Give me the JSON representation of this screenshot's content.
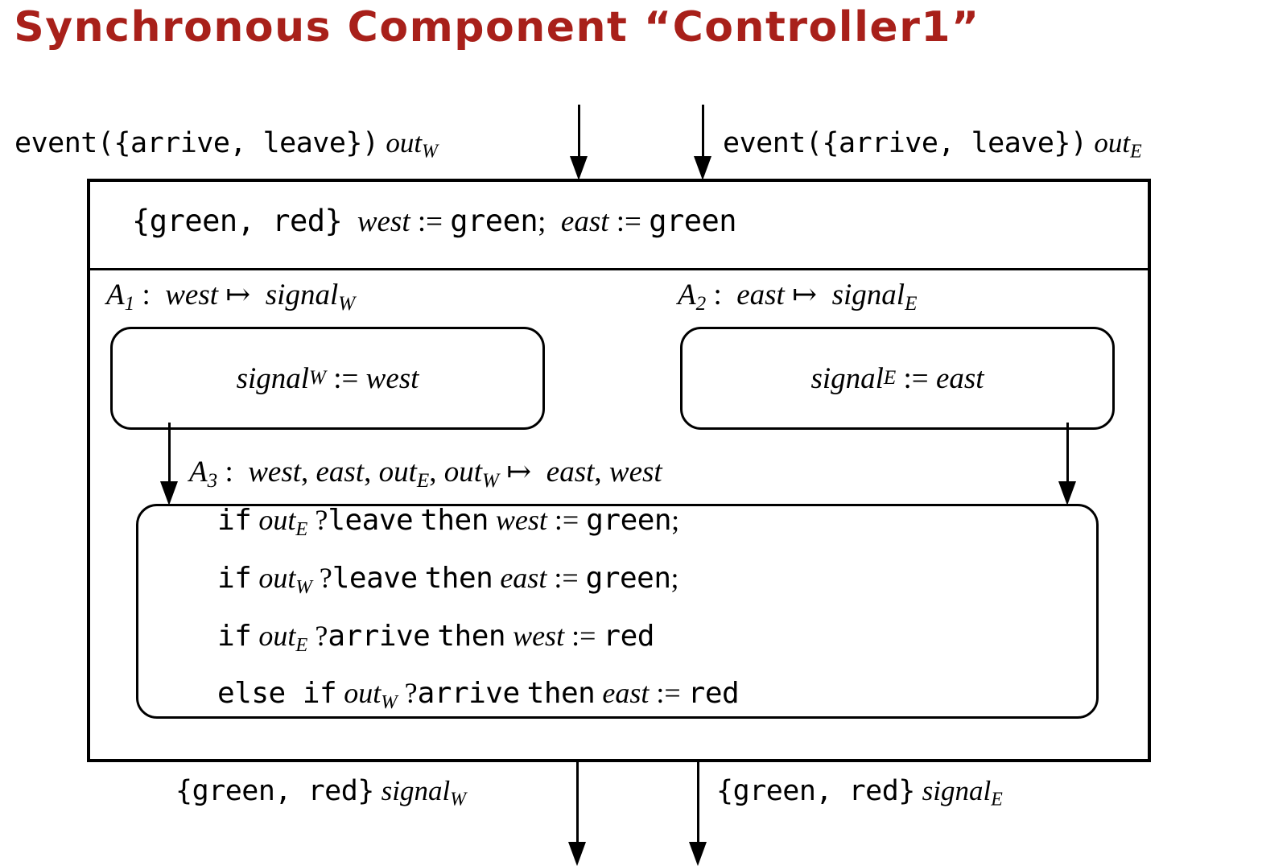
{
  "title": "Synchronous Component “Controller1”",
  "colors": {
    "title": "#a8201a",
    "stroke": "#000000",
    "background": "#ffffff"
  },
  "ports": {
    "inputs": [
      {
        "name": "out_W",
        "type": "event({arrive, leave})",
        "label": "event({arrive, leave}) out",
        "subscript": "W",
        "side": "west"
      },
      {
        "name": "out_E",
        "type": "event({arrive, leave})",
        "label": "event({arrive, leave}) out",
        "subscript": "E",
        "side": "east"
      }
    ],
    "outputs": [
      {
        "name": "signal_W",
        "type": "{green, red}",
        "label": "{green, red} signal",
        "subscript": "W",
        "side": "west"
      },
      {
        "name": "signal_E",
        "type": "{green, red}",
        "label": "{green, red} signal",
        "subscript": "E",
        "side": "east"
      }
    ]
  },
  "declaration": {
    "set_literal": "{green, red}",
    "var_west": "west",
    "assign_op": ":=",
    "value_west": "green",
    "separator": ";",
    "var_east": "east",
    "value_east": "green",
    "full_text": "{green, red} west := green;  east := green"
  },
  "atoms": [
    {
      "id": "A1",
      "name": "A",
      "index": "1",
      "reads": "west",
      "mapsto": "↦",
      "writes": "signal",
      "writes_subscript": "W",
      "label_text": "A₁ :  west ↦  signal_W",
      "body": {
        "lhs": "signal",
        "lhs_subscript": "W",
        "op": ":=",
        "rhs": "west",
        "text": "signal_W := west"
      }
    },
    {
      "id": "A2",
      "name": "A",
      "index": "2",
      "reads": "east",
      "mapsto": "↦",
      "writes": "signal",
      "writes_subscript": "E",
      "label_text": "A₂ :  east ↦  signal_E",
      "body": {
        "lhs": "signal",
        "lhs_subscript": "E",
        "op": ":=",
        "rhs": "east",
        "text": "signal_E := east"
      }
    },
    {
      "id": "A3",
      "name": "A",
      "index": "3",
      "reads": "west, east, out_E, out_W",
      "mapsto": "↦",
      "writes": "east, west",
      "label_text": "A₃ :  west, east, out_E, out_W ↦  east, west",
      "body": {
        "lines": [
          {
            "kw1": "if",
            "guard_var": "out",
            "guard_sub": "E",
            "query": "?",
            "event": "leave",
            "kw2": "then",
            "target": "west",
            "op": ":=",
            "value": "green",
            "terminator": ";",
            "text": "if out_E ? leave then west := green;"
          },
          {
            "kw1": "if",
            "guard_var": "out",
            "guard_sub": "W",
            "query": "?",
            "event": "leave",
            "kw2": "then",
            "target": "east",
            "op": ":=",
            "value": "green",
            "terminator": ";",
            "text": "if out_W ? leave then east := green;"
          },
          {
            "kw1": "if",
            "guard_var": "out",
            "guard_sub": "E",
            "query": "?",
            "event": "arrive",
            "kw2": "then",
            "target": "west",
            "op": ":=",
            "value": "red",
            "terminator": "",
            "text": "if out_E ? arrive then west := red"
          },
          {
            "kw1": "else if",
            "guard_var": "out",
            "guard_sub": "W",
            "query": "?",
            "event": "arrive",
            "kw2": "then",
            "target": "east",
            "op": ":=",
            "value": "red",
            "terminator": "",
            "text": "else if out_W ? arrive then east := red"
          }
        ]
      }
    }
  ],
  "arrows": [
    {
      "id": "in-w",
      "from": "out_W port",
      "to": "component"
    },
    {
      "id": "in-e",
      "from": "out_E port",
      "to": "component"
    },
    {
      "id": "a1-a3",
      "from": "A1",
      "to": "A3"
    },
    {
      "id": "a2-a3",
      "from": "A2",
      "to": "A3"
    },
    {
      "id": "out-w",
      "from": "component",
      "to": "signal_W port"
    },
    {
      "id": "out-e",
      "from": "component",
      "to": "signal_E port"
    }
  ]
}
